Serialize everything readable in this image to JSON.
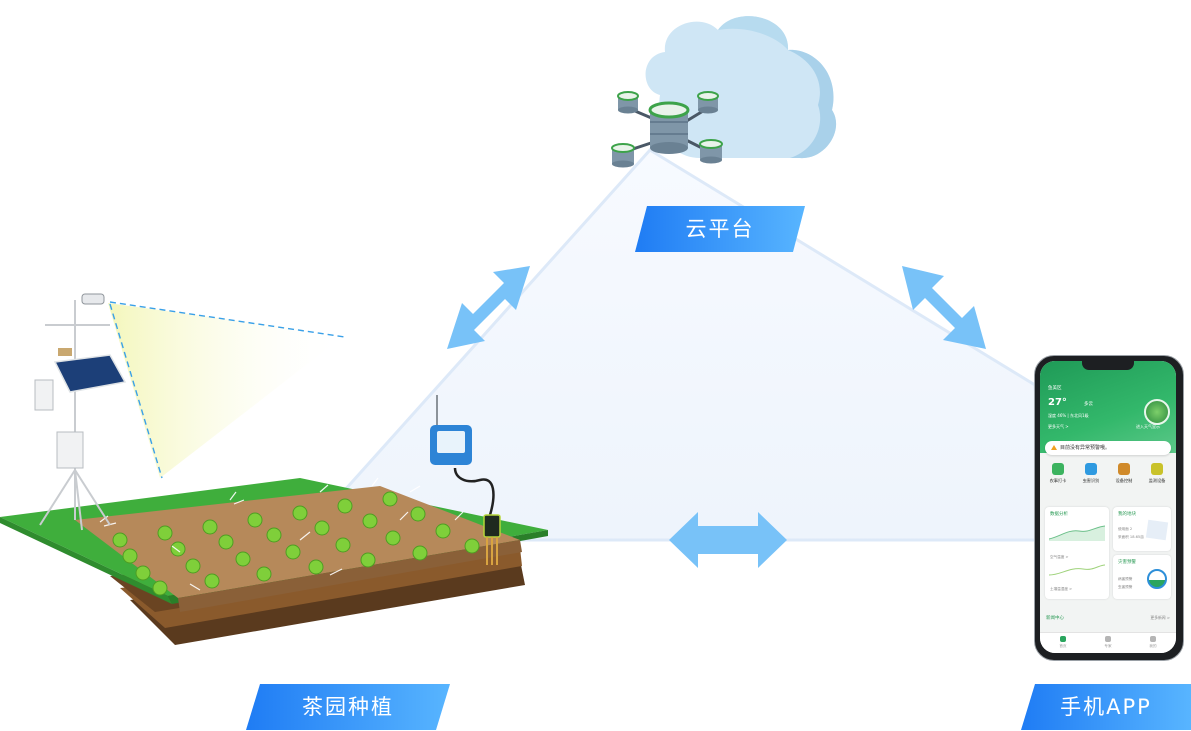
{
  "labels": {
    "cloud": "云平台",
    "garden": "茶园种植",
    "app": "手机APP"
  },
  "colors": {
    "banner_start": "#1e7cf5",
    "banner_end": "#5ab6ff",
    "arrow": "#72bff8",
    "triangle_fill": "#f3f7fd",
    "triangle_edge": "#dbe9fa",
    "app_green": "#2aa55e"
  },
  "phone_screen": {
    "location": "鱼美区",
    "temperature": "27°",
    "weather": "多云",
    "humidity_line": "湿度 46% | 东北风1级",
    "more_weather": "更多天气 >",
    "enter_weather": "进入天气显示",
    "alert": "目前没有异常预警哦。",
    "functions": [
      "农事打卡",
      "虫害识别",
      "设备控制",
      "监测设备"
    ],
    "card_data": "数据分析",
    "card_air": "空气温度 >",
    "card_soil": "土壤温湿度 >",
    "card_land": "我的地块",
    "card_land_sub1": "使用面 2",
    "card_land_sub2": "采面积 18.65亩",
    "card_warn": "灾害预警",
    "card_warn_sub1": "病害预警",
    "card_warn_sub2": "虫害预警",
    "news": "新闻中心",
    "news_more": "更多新闻 >",
    "nav": [
      "首页",
      "专家",
      "我的"
    ]
  }
}
